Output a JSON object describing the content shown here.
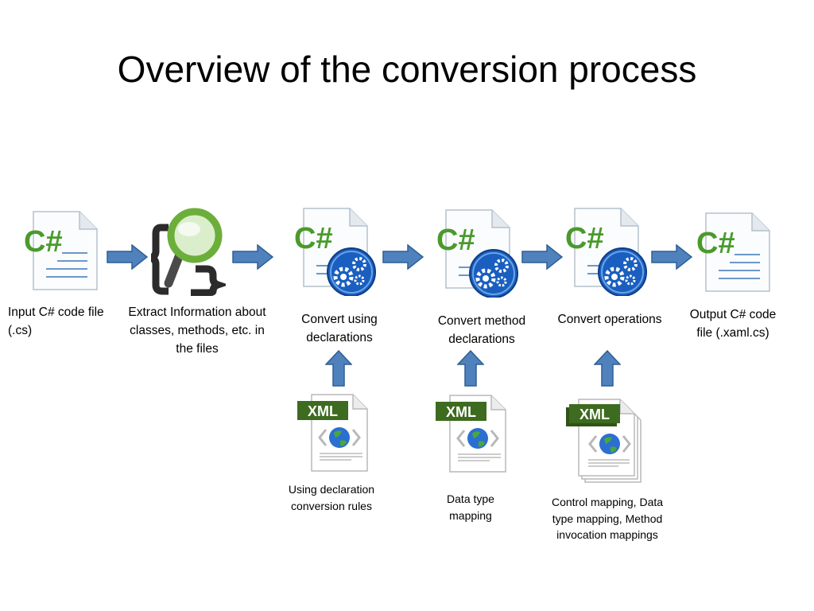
{
  "slide": {
    "title": "Overview of the conversion process"
  },
  "steps": [
    {
      "icon": "csharp-file-icon",
      "label": "Input C# code file (.cs)"
    },
    {
      "icon": "code-search-icon",
      "label": "Extract Information about classes, methods, etc. in the files"
    },
    {
      "icon": "csharp-gear-file-icon",
      "label": "Convert using declarations"
    },
    {
      "icon": "csharp-gear-file-icon",
      "label": "Convert method declarations"
    },
    {
      "icon": "csharp-gear-file-icon",
      "label": "Convert operations"
    },
    {
      "icon": "csharp-file-icon",
      "label": "Output C# code file (.xaml.cs)"
    }
  ],
  "rules": [
    {
      "icon": "xml-file-icon",
      "badge": "XML",
      "label": "Using declaration conversion rules"
    },
    {
      "icon": "xml-file-icon",
      "badge": "XML",
      "label": "Data type mapping"
    },
    {
      "icon": "xml-stack-icon",
      "badge": "XML",
      "label": "Control mapping, Data type mapping, Method invocation mappings"
    }
  ],
  "file_glyph": "C#",
  "colors": {
    "csharp_green": "#4a9a2c",
    "arrow_blue": "#4f81bd",
    "arrow_border": "#2f5f93",
    "xml_badge": "#3d6b1f",
    "gear_blue": "#1a5fbf",
    "magnifier_green": "#6cae3a",
    "brace_dark": "#2b2b2b"
  }
}
